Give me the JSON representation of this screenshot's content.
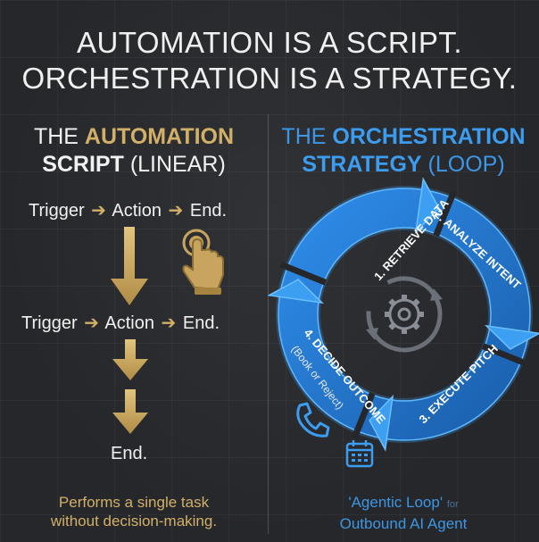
{
  "title": {
    "line1": "AUTOMATION IS A SCRIPT.",
    "line2": "ORCHESTRATION IS A STRATEGY."
  },
  "left": {
    "heading_the": "THE",
    "heading_accent": "AUTOMATION",
    "heading_bold": "SCRIPT",
    "heading_rest": "(LINEAR)",
    "flow_trigger": "Trigger",
    "flow_action": "Action",
    "flow_end": "End.",
    "arrow_glyph": "➔",
    "end_final": "End.",
    "footer_line1": "Performs a single task",
    "footer_line2": "without decision-making."
  },
  "right": {
    "heading_the": "THE",
    "heading_accent": "ORCHESTRATION",
    "heading_bold": "STRATEGY",
    "heading_rest": "(LOOP)",
    "steps": [
      "1. RETRIEVE DATA",
      "2. ANALYZE INTENT",
      "3. EXECUTE PITCH",
      "4. DECIDE OUTCOME"
    ],
    "step4_sub": "(Book or Reject)",
    "footer_line1": "'Agentic Loop'",
    "footer_small": "for",
    "footer_line2": "Outbound AI Agent"
  },
  "colors": {
    "background": "#25272b",
    "gold": "#d2b068",
    "blue": "#3c9df0",
    "blue_dark": "#1a5da8",
    "text": "#f1f1f1"
  },
  "icons": [
    "tap-hand-icon",
    "gear-cycle-icon",
    "phone-icon",
    "calendar-icon",
    "down-arrow-icon"
  ]
}
